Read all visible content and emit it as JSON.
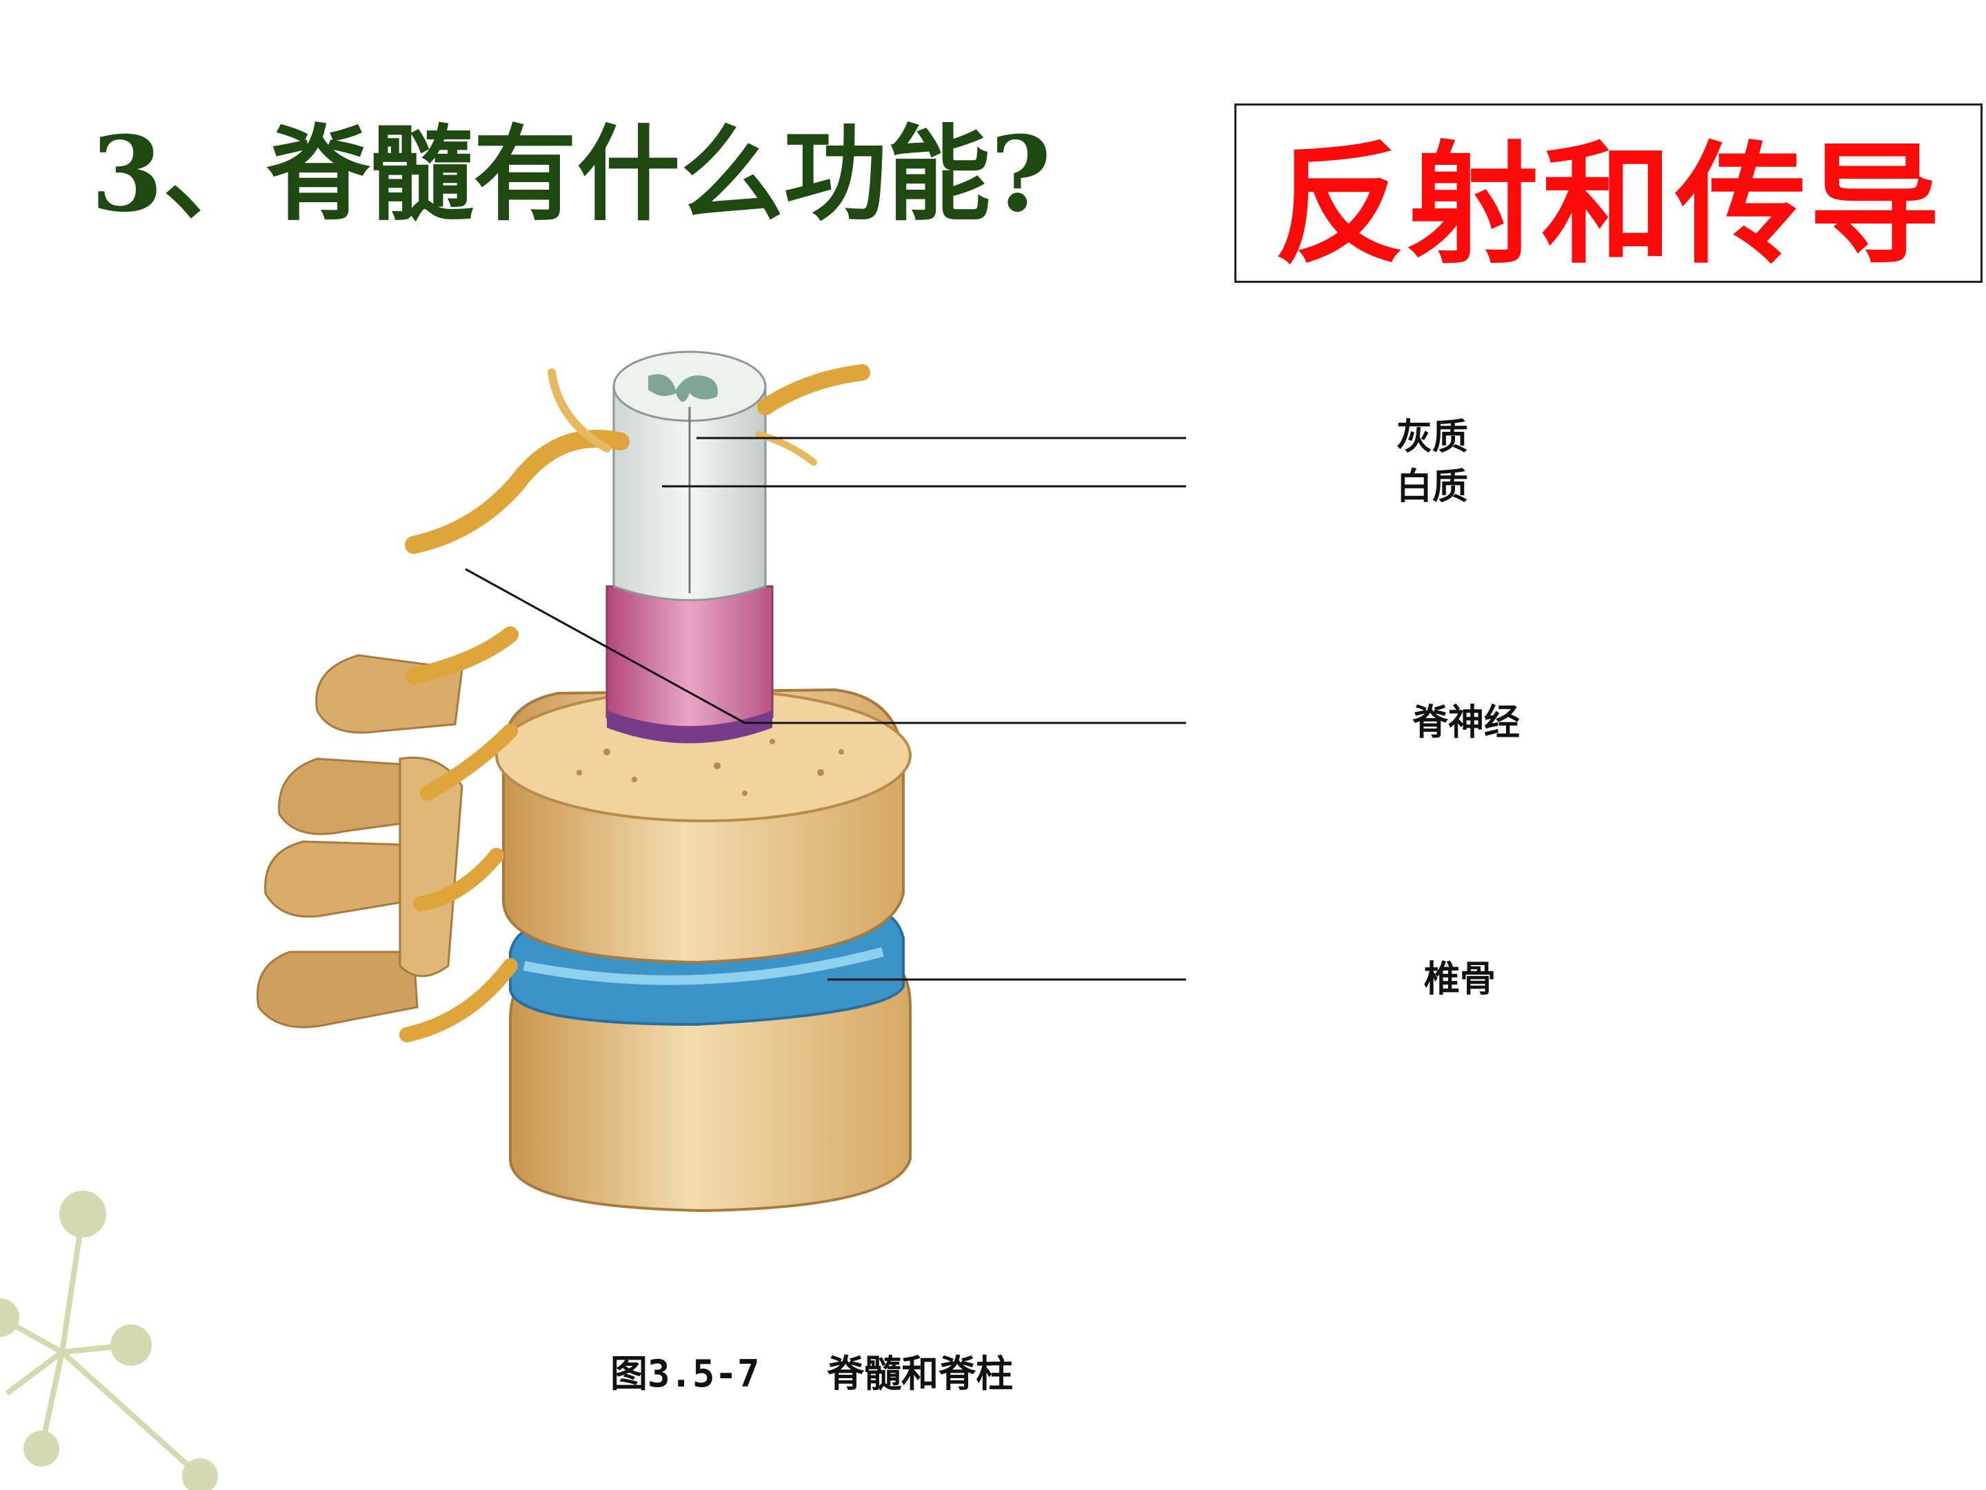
{
  "slide": {
    "title": "3、脊髓有什么功能?",
    "answer": "反射和传导"
  },
  "figure": {
    "labels": {
      "gray_matter": "灰质",
      "white_matter": "白质",
      "spinal_nerve": "脊神经",
      "vertebra": "椎骨"
    },
    "caption": "图3.5-7   脊髓和脊柱"
  },
  "colors": {
    "title": "#1e4a12",
    "answer": "#ff0a0a",
    "bone": "#e8c58a",
    "nerve": "#e0a53a",
    "disc": "#4aa8d8",
    "meninges": "#c05a8a",
    "decoration": "#d6d9b0"
  }
}
